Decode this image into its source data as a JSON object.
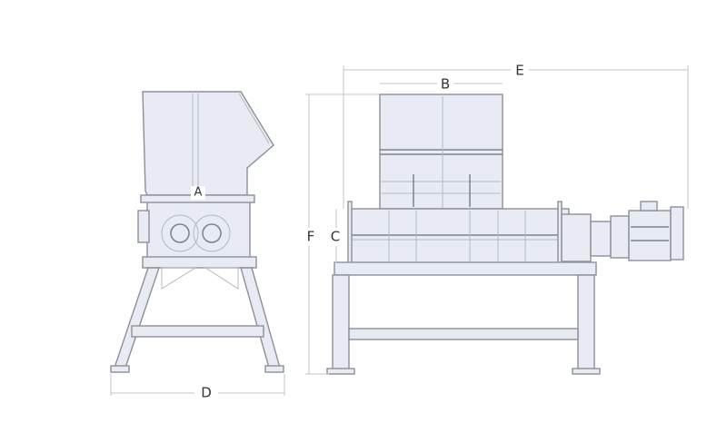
{
  "labels": {
    "a": "A",
    "b": "B",
    "c": "C",
    "d": "D",
    "e": "E",
    "f": "F"
  },
  "colors": {
    "line": "#8c9099",
    "fill": "#e8ebf3",
    "background": "#ffffff"
  }
}
